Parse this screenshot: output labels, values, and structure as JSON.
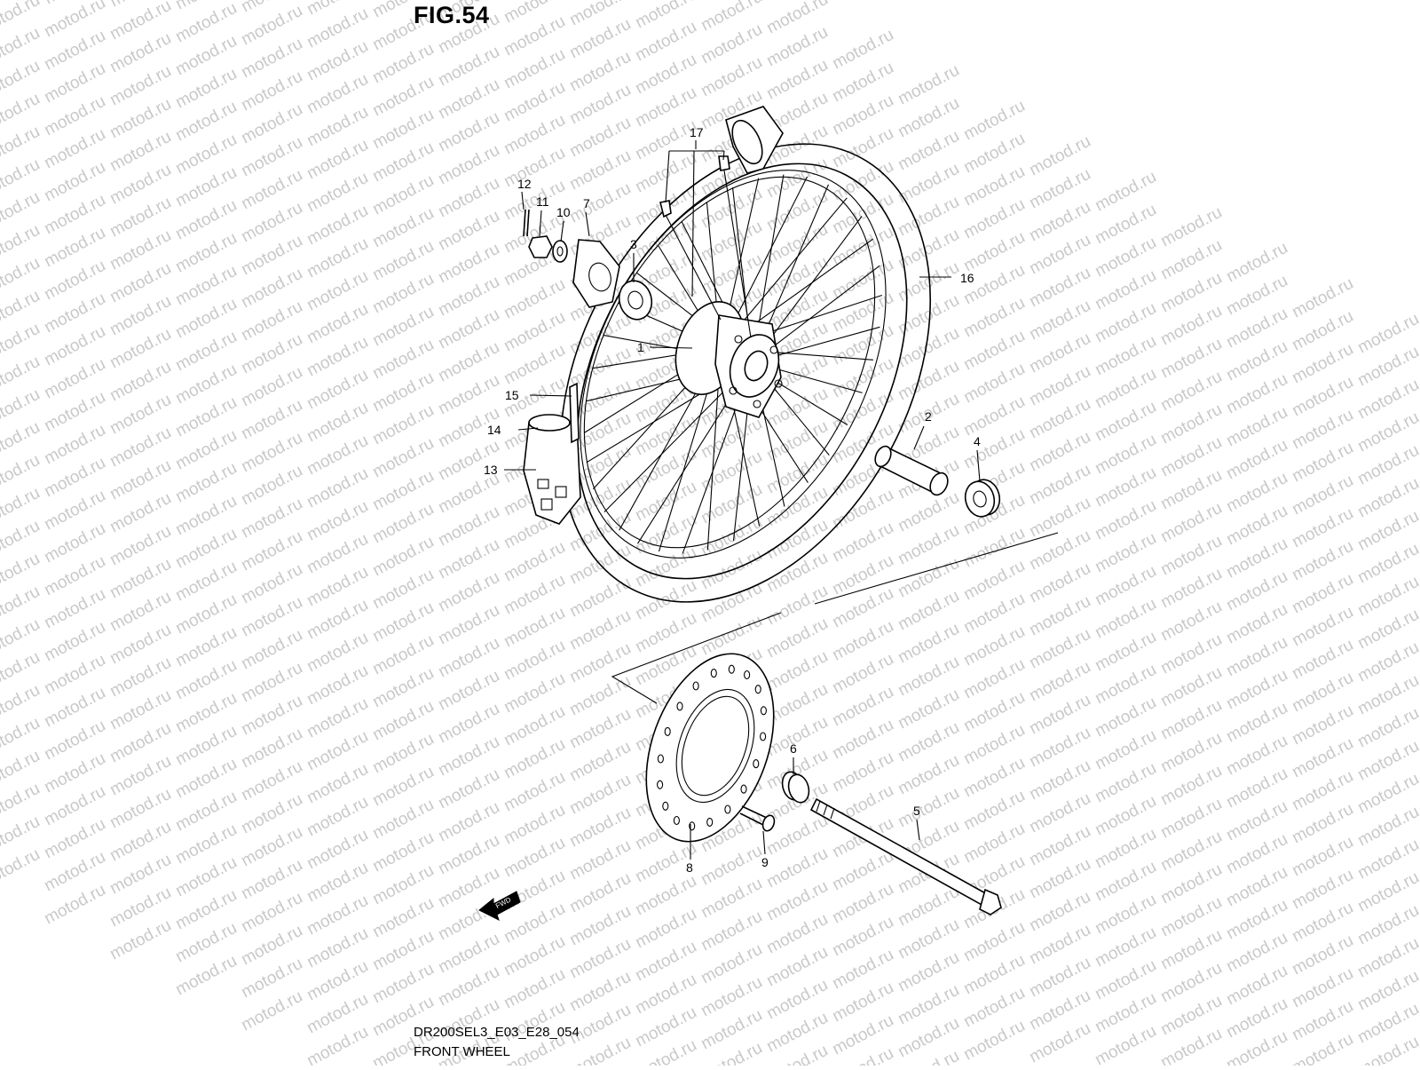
{
  "figure": {
    "title": "FIG.54",
    "diagram_code": "DR200SEL3_E03_E28_054",
    "diagram_name": "FRONT WHEEL",
    "watermark": "motod.ru",
    "fwd_label": "FWD"
  },
  "callouts": [
    "1",
    "2",
    "3",
    "4",
    "5",
    "6",
    "7",
    "8",
    "9",
    "10",
    "11",
    "12",
    "13",
    "14",
    "15",
    "16",
    "17"
  ],
  "colors": {
    "line": "#000000",
    "background": "#ffffff",
    "watermark": "#c9c9c9"
  }
}
